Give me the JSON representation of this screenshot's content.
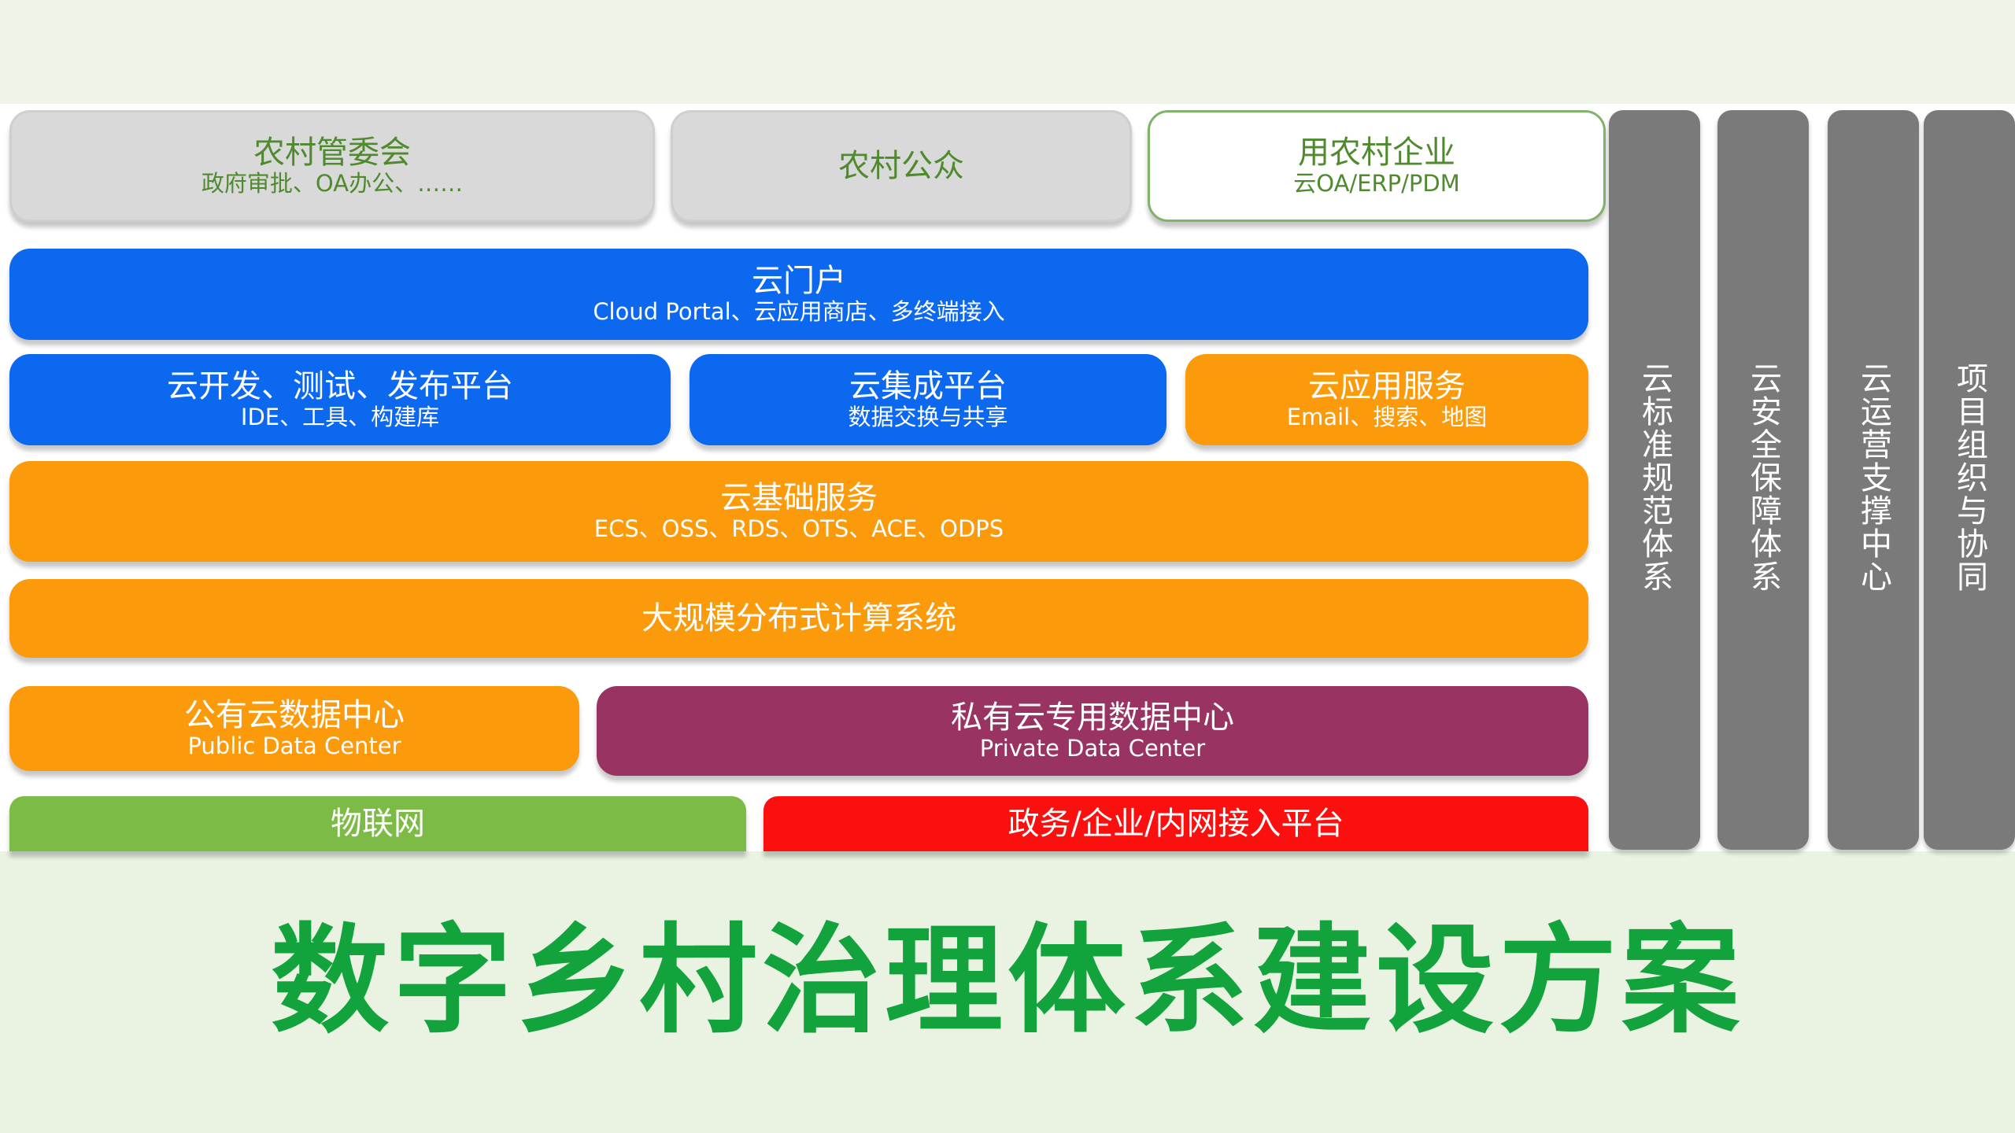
{
  "diagram": {
    "users": {
      "rural_committee": {
        "title": "农村管委会",
        "subtitle": "政府审批、OA办公、……"
      },
      "rural_public": {
        "title": "农村公众"
      },
      "rural_enterprise": {
        "title": "用农村企业",
        "subtitle": "云OA/ERP/PDM"
      }
    },
    "cloud_portal": {
      "title": "云门户",
      "subtitle": "Cloud Portal、云应用商店、多终端接入"
    },
    "dev_platform": {
      "title": "云开发、测试、发布平台",
      "subtitle": "IDE、工具、构建库"
    },
    "integration_platform": {
      "title": "云集成平台",
      "subtitle": "数据交换与共享"
    },
    "app_services": {
      "title": "云应用服务",
      "subtitle": "Email、搜索、地图"
    },
    "base_services": {
      "title": "云基础服务",
      "subtitle": "ECS、OSS、RDS、OTS、ACE、ODPS"
    },
    "distributed_computing": {
      "title": "大规模分布式计算系统"
    },
    "public_dc": {
      "title": "公有云数据中心",
      "subtitle": "Public Data Center"
    },
    "private_dc": {
      "title": "私有云专用数据中心",
      "subtitle": "Private Data Center"
    },
    "iot": {
      "title": "物联网"
    },
    "access_platform": {
      "title": "政务/企业/内网接入平台"
    },
    "pillars": [
      {
        "label": "云标准规范体系"
      },
      {
        "label": "云安全保障体系"
      },
      {
        "label": "云运营支撑中心"
      },
      {
        "label": "项目组织与协同"
      }
    ]
  },
  "page_title": "数字乡村治理体系建设方案",
  "colors": {
    "blue": "#0d68f0",
    "orange": "#fb9a0b",
    "purple": "#993362",
    "green": "#7cbb45",
    "red": "#fb0f0f",
    "gray_pillar": "#7a7a7a",
    "title_green": "#13a33d"
  }
}
